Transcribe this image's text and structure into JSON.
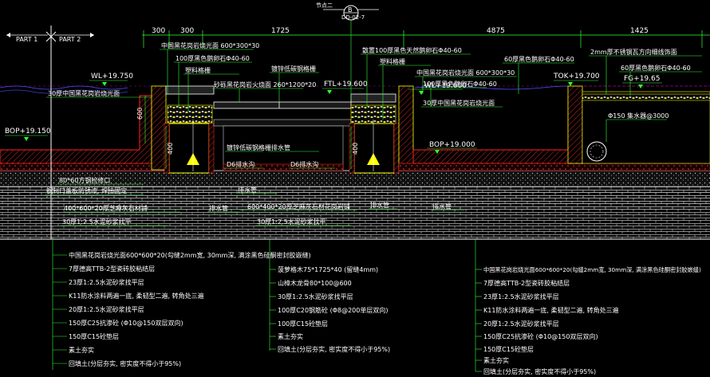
{
  "section_marks": {
    "part1": "PART 1",
    "part2": "PART 2"
  },
  "detail_callout": {
    "ref": "节点二",
    "letter": "B",
    "drawing": "DD-02-7"
  },
  "dimensions": [
    "300",
    "300",
    "1725",
    "4875",
    "1425",
    "600",
    "400",
    "400"
  ],
  "elevations": {
    "wl_left": "WL+19.750",
    "bop_left": "BOP+19.150",
    "ftl": "FTL+19.600",
    "wl_mid": "WL+19.600",
    "bop_mid": "BOP+19.000",
    "tok": "TOK+19.700",
    "fg": "FG+19.65"
  },
  "top_notes": [
    "中国黑花岗岩烧光面 600*300*30",
    "100厚黑色鹅卵石Φ40-60",
    "塑料格栅",
    "砂砾黑花岗岩火烧面 260*1200*20",
    "镀锌低碳钢格栅",
    "散置100厚黑色天然鹅卵石Φ40-60",
    "塑料格栅",
    "中国黑花岗岩烧光面 600*300*30",
    "100厚黑色鹅卵石Φ40-60",
    "60厚黑色鹅卵石Φ40-60",
    "2mm厚不锈钢瓦方向细线饰面",
    "60厚黑色鹅卵石Φ40-60"
  ],
  "side_notes": [
    "30厚中国黑花岗岩烧光面",
    "30厚中国黑花岗岩烧光面",
    "Φ150 集水器@3000"
  ],
  "mid_notes": [
    "镀锌低碳钢格栅",
    "排水管",
    "D6排水沟",
    "D6排水沟",
    "80*60方钢检修口",
    "钢制口盖板防锈漆, 焊接固定",
    "排水管",
    "400*600*20厚芝麻灰石材铺",
    "600*400*20厚芝麻灰石材花岗岩铺",
    "30厚1:2.5水泥砂浆找平",
    "30厚1:2.5水泥砂浆找平",
    "排水管",
    "排水管",
    "排水管"
  ],
  "layers_left": [
    "中国黑花岗岩烧光面600*600*20(勾缝2mm宽, 30mm深, 满涂黑色硅酮密封胶嵌缝)",
    "7厚德高TTB-2型瓷砖胶粘结层",
    "23厚1:2.5水泥砂浆找平层",
    "K11防水涂料两遍一底, 柔韧型二遍, 转角处三遍",
    "20厚1:2.5水泥砂浆找平层",
    "150厚C25抗渗砼 (Φ10@150双层双向)",
    "150厚C15砼垫层",
    "素土夯实",
    "回填土(分层夯实, 密实度不得小于95%)"
  ],
  "layers_mid": [
    "菠萝格木75*1725*40 (留缝4mm)",
    "山樟木龙骨80*100@600",
    "30厚1:2.5水泥砂浆找平层",
    "100厚C20钢筋砼 (Φ8@200单层双向)",
    "100厚C15砼垫层",
    "素土夯实",
    "回填土(分层夯实, 密实度不得小于95%)"
  ],
  "layers_right": [
    "中国黑花岗岩烧光面600*600*20(勾缝2mm宽, 30mm深, 满涂黑色硅酮密封胶嵌缝)",
    "7厚德高TTB-2型瓷砖胶粘结层",
    "23厚1:2.5水泥砂浆找平层",
    "K11防水涂料两遍一底, 柔韧型二遍, 转角处三遍",
    "20厚1:2.5水泥砂浆找平层",
    "150厚C25抗渗砼 (Φ10@150双层双向)",
    "150厚C15砼垫层",
    "素土夯实",
    "回填土(分层夯实, 密实度不得小于95%)"
  ],
  "colors": {
    "background": "#000000",
    "text": "#ffffff",
    "leader": "#33ff33",
    "structure": "#ff2020",
    "edge": "#ffff00",
    "grid": "#ff00ff",
    "soil": "#c8c8c8",
    "water": "#5050ff"
  }
}
